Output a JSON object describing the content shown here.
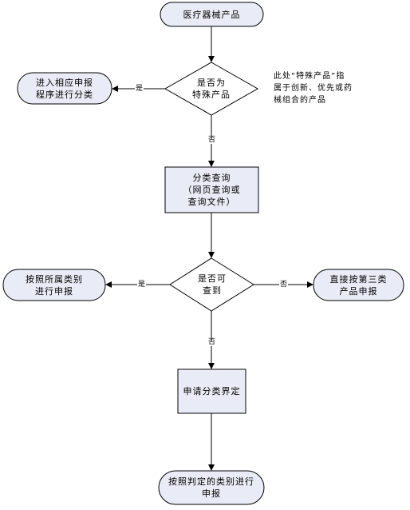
{
  "nodes": {
    "start": "医疗器械产品",
    "decision_special": "是否为\n特殊产品",
    "special_route": "进入相应申报\n程序进行分类",
    "query": "分类查询\n（网页查询或\n查询文件）",
    "decision_found": "是否可\n查到",
    "found_route": "按照所属类别\n进行申报",
    "class3_route": "直接按第三类\n产品申报",
    "apply": "申请分类界定",
    "end": "按照判定的类别进行\n申报"
  },
  "note": "此处“特殊产品”指\n属于创新、优先或药\n械组合的产品",
  "edge_labels": {
    "yes": "是",
    "no": "否"
  },
  "colors": {
    "start_end_fill": "#e9ecf6",
    "rect_fill": "#e9ecf6",
    "diamond_fill": "#ffffff",
    "stroke": "#000000"
  }
}
